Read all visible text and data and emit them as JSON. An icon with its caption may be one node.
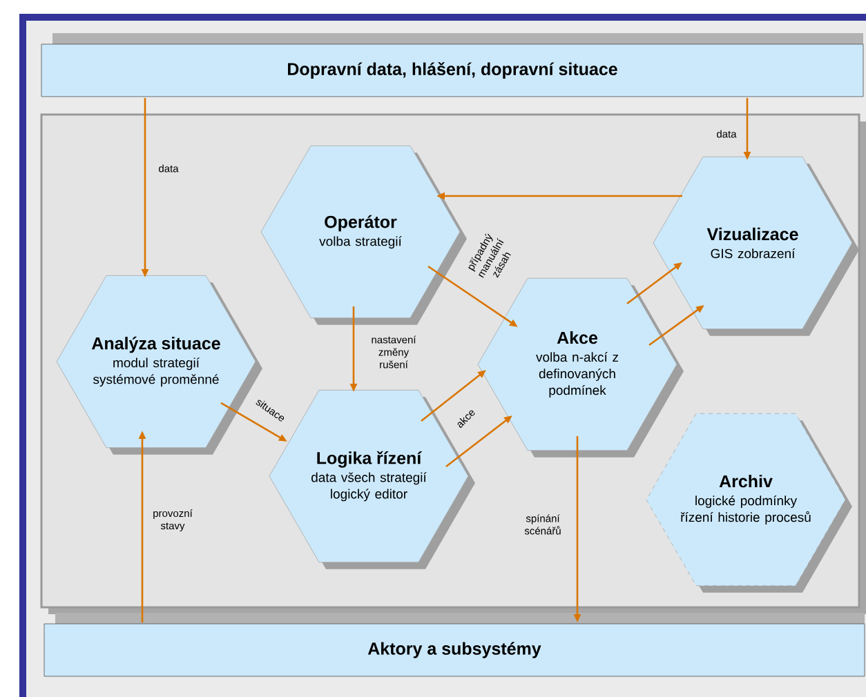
{
  "diagram": {
    "nodes": [
      {
        "text": [
          "Dopravní data, hlášení, dopravní situace"
        ]
      },
      {
        "text": [],
        "shape": "box"
      },
      {
        "text": [
          "Operátor",
          "volba strategií"
        ],
        "in": 1
      },
      {
        "text": [
          "Vizualizace",
          "GIS zobrazení"
        ],
        "in": 1
      },
      {
        "text": [
          "Analýza situace",
          "modul strategií systémové proměnné"
        ],
        "in": 1
      },
      {
        "text": [
          "Akce",
          "volba n-akcí z definovaných podmínek"
        ],
        "in": 1
      },
      {
        "text": [
          "Logika řízení",
          "data všech strategií logický editor"
        ],
        "in": 1
      },
      {
        "text": [
          "Archiv",
          "logické podmínky řízení historie procesů"
        ],
        "in": 1
      },
      {
        "text": [
          "Aktory a subsystémy"
        ]
      }
    ],
    "edges": [
      {
        "from": 0,
        "to": 4,
        "arrow": "to",
        "label": "data"
      },
      {
        "from": 0,
        "to": 3,
        "arrow": "to",
        "label": "data"
      },
      {
        "from": 3,
        "to": 2,
        "arrow": "to"
      },
      {
        "from": 2,
        "to": 5,
        "arrow": "to",
        "label": "případný manuální zásah"
      },
      {
        "from": 2,
        "to": 6,
        "arrow": "to",
        "label": "nastavení změny rušení"
      },
      {
        "from": 4,
        "to": 6,
        "arrow": "to",
        "label": "situace"
      },
      {
        "from": 6,
        "to": 5,
        "arrow": "to",
        "label": "akce"
      },
      {
        "from": 6,
        "to": 5,
        "arrow": "to"
      },
      {
        "from": 5,
        "to": 3,
        "arrow": "to"
      },
      {
        "from": 5,
        "to": 3,
        "arrow": "to"
      },
      {
        "from": 5,
        "to": 8,
        "arrow": "to",
        "label": "spínání scénářů"
      },
      {
        "from": 8,
        "to": 4,
        "arrow": "to",
        "label": "provozní stavy"
      }
    ]
  }
}
